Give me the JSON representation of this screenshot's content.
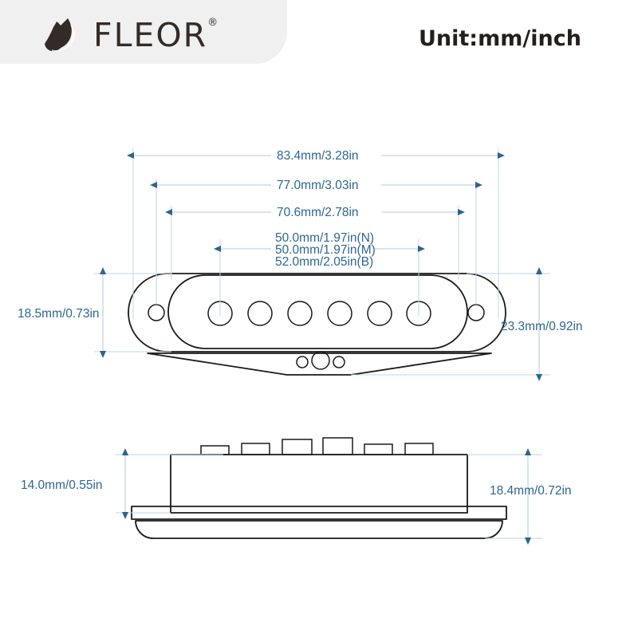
{
  "brand": {
    "name": "FLEOR",
    "registered_mark": "®",
    "logo_icon": "leaf-icon"
  },
  "header": {
    "unit_label": "Unit:mm/inch"
  },
  "colors": {
    "dimension_text": "#2d6694",
    "arrow": "#2b6394",
    "extension_line": "#c3d6e4",
    "part_outline": "#1a1a1a",
    "banner_background": "#f0f0f0",
    "logo_text": "#332b28"
  },
  "dimensions": {
    "top_view": {
      "overall_width": "83.4mm/3.28in",
      "mount_hole_span": "77.0mm/3.03in",
      "inner_body_width": "70.6mm/2.78in",
      "pole_spacing_neck": "50.0mm/1.97in(N)",
      "pole_spacing_middle": "50.0mm/1.97in(M)",
      "pole_spacing_bridge": "52.0mm/2.05in(B)",
      "left_height": "18.5mm/0.73in",
      "right_height": "23.3mm/0.92in"
    },
    "side_view": {
      "body_height": "14.0mm/0.55in",
      "overall_height": "18.4mm/0.72in"
    }
  },
  "part": {
    "type": "single-coil-guitar-pickup",
    "pole_piece_count": 6,
    "mounting_hole_count": 2,
    "lead_hole_count": 3
  }
}
